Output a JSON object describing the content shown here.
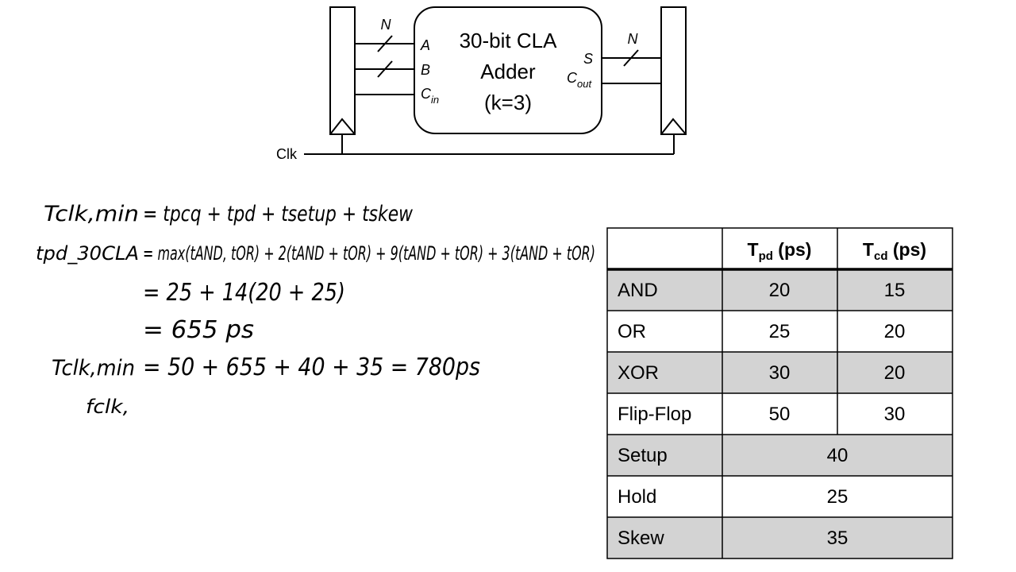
{
  "circuit": {
    "adder_line1": "30-bit CLA",
    "adder_line2": "Adder",
    "adder_line3": "(k=3)",
    "port_a": "A",
    "port_b": "B",
    "port_cin_main": "C",
    "port_cin_sub": "in",
    "port_s": "S",
    "port_cout_main": "C",
    "port_cout_sub": "out",
    "bus_in": "N",
    "bus_out": "N",
    "clk_label": "Clk"
  },
  "handwriting": {
    "line1_lhs": "Tclk,min",
    "line1_rhs": "= tpcq + tpd + tsetup + tskew",
    "line2_lhs": "tpd_30CLA",
    "line2_rhs": "= max(tAND, tOR) + 2(tAND + tOR) + 9(tAND + tOR) + 3(tAND + tOR)",
    "line3": "= 25 + 14(20 + 25)",
    "line4": "= 655 ps",
    "line5_lhs": "Tclk,min",
    "line5_rhs": "= 50 + 655 + 40 + 35 = 780ps",
    "line6_lhs": "fclk,"
  },
  "table": {
    "header_tpd_main": "T",
    "header_tpd_sub": "pd",
    "header_tpd_unit": " (ps)",
    "header_tcd_main": "T",
    "header_tcd_sub": "cd",
    "header_tcd_unit": " (ps)",
    "rows": [
      {
        "name": "AND",
        "tpd": "20",
        "tcd": "15"
      },
      {
        "name": "OR",
        "tpd": "25",
        "tcd": "20"
      },
      {
        "name": "XOR",
        "tpd": "30",
        "tcd": "20"
      },
      {
        "name": "Flip-Flop",
        "tpd": "50",
        "tcd": "30"
      }
    ],
    "merged_rows": [
      {
        "name": "Setup",
        "value": "40"
      },
      {
        "name": "Hold",
        "value": "25"
      },
      {
        "name": "Skew",
        "value": "35"
      }
    ],
    "shade_color": "#d3d3d3"
  }
}
